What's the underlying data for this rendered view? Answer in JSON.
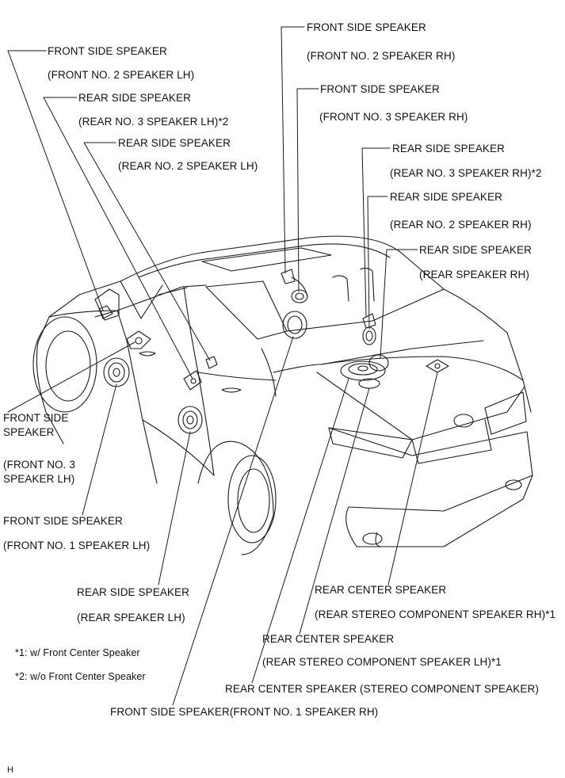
{
  "labels": {
    "front_side_lh_2": "FRONT SIDE SPEAKER",
    "front_side_lh_2_sub": "(FRONT NO. 2 SPEAKER LH)",
    "rear_side_lh_3": "REAR SIDE SPEAKER",
    "rear_side_lh_3_sub": "(REAR NO. 3 SPEAKER LH)*2",
    "rear_side_lh_2": "REAR SIDE SPEAKER",
    "rear_side_lh_2_sub": "(REAR NO. 2 SPEAKER LH)",
    "front_side_rh_2": "FRONT SIDE SPEAKER",
    "front_side_rh_2_sub": "(FRONT NO. 2 SPEAKER RH)",
    "front_side_rh_3": "FRONT SIDE SPEAKER",
    "front_side_rh_3_sub": "(FRONT NO. 3 SPEAKER RH)",
    "rear_side_rh_3": "REAR SIDE SPEAKER",
    "rear_side_rh_3_sub": "(REAR NO. 3 SPEAKER RH)*2",
    "rear_side_rh_2": "REAR SIDE SPEAKER",
    "rear_side_rh_2_sub": "(REAR NO. 2 SPEAKER RH)",
    "rear_side_rh": "REAR SIDE SPEAKER",
    "rear_side_rh_sub": "(REAR SPEAKER RH)",
    "front_side_lh_3_a": "FRONT SIDE",
    "front_side_lh_3_b": "SPEAKER",
    "front_side_lh_3_sub_a": "(FRONT NO. 3",
    "front_side_lh_3_sub_b": "SPEAKER LH)",
    "front_side_lh_1": "FRONT SIDE SPEAKER",
    "front_side_lh_1_sub": "(FRONT NO. 1 SPEAKER LH)",
    "rear_side_lh": "REAR SIDE SPEAKER",
    "rear_side_lh_sub": "(REAR SPEAKER LH)",
    "rear_center_rh": "REAR CENTER SPEAKER",
    "rear_center_rh_sub": "(REAR STEREO COMPONENT SPEAKER RH)*1",
    "rear_center_lh": "REAR CENTER SPEAKER",
    "rear_center_lh_sub": "(REAR STEREO COMPONENT SPEAKER LH)*1",
    "rear_center_stereo": "REAR CENTER SPEAKER (STEREO COMPONENT SPEAKER)",
    "front_side_rh_1": "FRONT SIDE SPEAKER(FRONT NO. 1 SPEAKER RH)"
  },
  "notes": {
    "note1": "*1: w/ Front Center Speaker",
    "note2": "*2: w/o Front Center Speaker"
  },
  "figure_code": "H"
}
